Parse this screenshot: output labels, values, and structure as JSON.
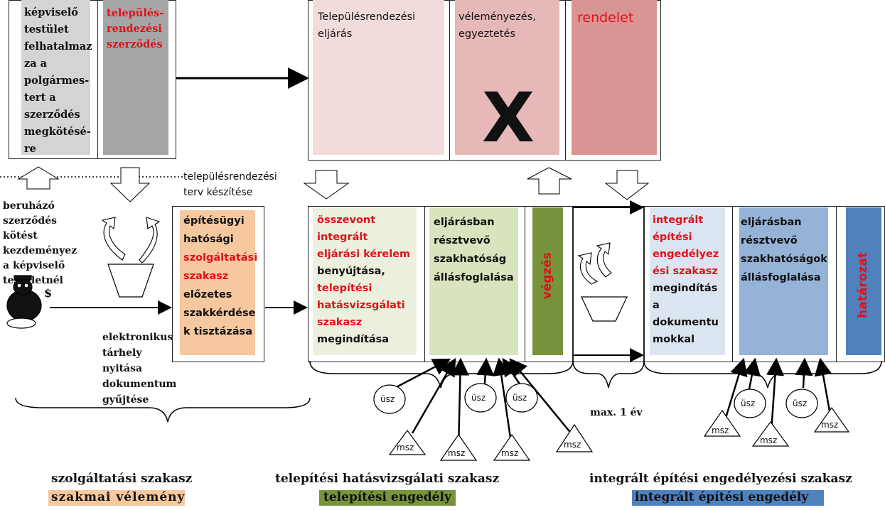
{
  "top_row": {
    "box1_text": [
      "képviselő",
      "testület",
      "felhatalmaz",
      "za a",
      "polgármes-",
      "tert a",
      "szerződés",
      "megkötésé-",
      "re"
    ],
    "box2_text": [
      "település-",
      "rendezési",
      "szerződés"
    ],
    "box3_text": [
      "Településrendezési",
      "eljárás"
    ],
    "box4_text": [
      "véleményezés,",
      "egyeztetés"
    ],
    "box4_mark": "X",
    "box5_text": "rendelet"
  },
  "labels": {
    "plan_prep": [
      "településrendezési",
      "terv készítése"
    ],
    "investor": [
      "beruházó",
      "szerződés",
      "kötést",
      "kezdeményez",
      "a képviselő",
      "testületnél"
    ],
    "storage": [
      "elektronikus",
      "tárhely",
      "nyitása",
      "dokumentum",
      "gyűjtése"
    ],
    "max_year": "max. 1 év"
  },
  "middle_row": {
    "service_box": [
      {
        "text": "építésügyi",
        "red": false
      },
      {
        "text": "hatósági",
        "red": false
      },
      {
        "text": "szolgáltatási",
        "red": true
      },
      {
        "text": "szakasz",
        "red": true
      },
      {
        "text": "előzetes",
        "red": false
      },
      {
        "text": "szakkérdése",
        "red": false
      },
      {
        "text": "k tisztázása",
        "red": false
      }
    ],
    "combined_box": [
      {
        "text": "összevont",
        "red": true
      },
      {
        "text": "integrált",
        "red": true
      },
      {
        "text": "eljárási kérelem",
        "red": true
      },
      {
        "text": "benyújtása,",
        "red": false
      },
      {
        "text": "telepítési",
        "red": true
      },
      {
        "text": "hatásvizsgálati",
        "red": true
      },
      {
        "text": "szakasz",
        "red": true
      },
      {
        "text": "megindítása",
        "red": false
      }
    ],
    "authorities_box": [
      "eljárásban",
      "résztvevő",
      "szakhatóság",
      "állásfoglalása"
    ],
    "ruling": "végzés",
    "integrated_box": [
      {
        "text": "integrált",
        "red": true
      },
      {
        "text": "építési",
        "red": true
      },
      {
        "text": "engedélyez",
        "red": true
      },
      {
        "text": "ési szakasz",
        "red": true
      },
      {
        "text": "megindítás",
        "red": false
      },
      {
        "text": "a",
        "red": false
      },
      {
        "text": "dokumentu",
        "red": false
      },
      {
        "text": "mokkal",
        "red": false
      }
    ],
    "authorities_box2": [
      "eljárásban",
      "résztvevő",
      "szakhatóságok",
      "állásfoglalása"
    ],
    "decision": "határozat"
  },
  "nodes": {
    "usz": "üsz",
    "msz": "msz"
  },
  "bottom": {
    "service_title": "szolgáltatási szakasz",
    "service_sub": "szakmai vélemény",
    "impact_title": "telepítési hatásvizsgálati szakasz",
    "impact_sub": "telepítési engedély",
    "integrated_title": "integrált építési engedélyezési szakasz",
    "integrated_sub": "integrált építési engedély"
  },
  "colors": {
    "grey_light": "#d4d4d4",
    "grey_dark": "#a6a6a6",
    "pink_light": "#f2dcdb",
    "pink_mid": "#e6b9b8",
    "pink_dark": "#d99594",
    "orange": "#f5c8a0",
    "green_light": "#ebf1de",
    "green_mid": "#d7e4bd",
    "green_dark": "#77933c",
    "blue_light": "#dbe5f1",
    "blue_mid": "#95b3d7",
    "blue_dark": "#4f81bd",
    "red_text": "#e0101a"
  }
}
